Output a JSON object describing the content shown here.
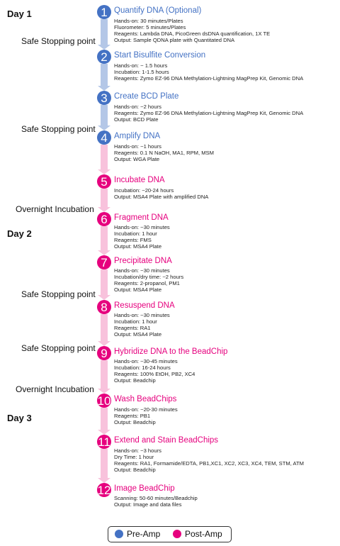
{
  "colors": {
    "pre_amp": "#4472c4",
    "post_amp": "#e6007e",
    "pre_arrow": "#b4c7e7",
    "post_arrow": "#f8c2dc"
  },
  "days": [
    "Day 1",
    "Day 2",
    "Day 3"
  ],
  "notes": [
    "Safe Stopping point",
    "Safe Stopping point",
    "Overnight Incubation",
    "Safe Stopping point",
    "Safe Stopping point",
    "Overnight Incubation"
  ],
  "steps": [
    {
      "number": "1",
      "title": "Quantify DNA (Optional)",
      "phase": "pre_amp",
      "details": [
        "Hands-on: 30 minutes/Plates",
        "Fluorometer: 5 minutes/Plates",
        "Reagents: Lambda DNA, PicoGreen dsDNA quantification, 1X TE",
        "Output: Sample QDNA plate with Quantitated DNA"
      ]
    },
    {
      "number": "2",
      "title": "Start Bisulfite Conversion",
      "phase": "pre_amp",
      "details": [
        "Hands-on: ~ 1.5 hours",
        "Incubation: 1-1.5 hours",
        "Reagents: Zymo EZ-96 DNA Methylation-Lightning MagPrep Kit, Genomic DNA"
      ]
    },
    {
      "number": "3",
      "title": "Create BCD Plate",
      "phase": "pre_amp",
      "details": [
        "Hands-on: ~2 hours",
        "Reagents: Zymo EZ-96 DNA Methylation-Lightning MagPrep Kit, Genomic DNA",
        "Output: BCD Plate"
      ]
    },
    {
      "number": "4",
      "title": "Amplify DNA",
      "phase": "pre_amp",
      "details": [
        "Hands-on: ~1 hours",
        "Reagents: 0.1 N NaOH, MA1, RPM, MSM",
        "Output: WGA Plate"
      ]
    },
    {
      "number": "5",
      "title": "Incubate DNA",
      "phase": "post_amp",
      "details": [
        "Incubation: ~20-24 hours",
        "Output: MSA4 Plate with amplified DNA"
      ]
    },
    {
      "number": "6",
      "title": "Fragment DNA",
      "phase": "post_amp",
      "details": [
        "Hands-on: ~30 minutes",
        "Incubation: 1 hour",
        "Reagents: FMS",
        "Output: MSA4 Plate"
      ]
    },
    {
      "number": "7",
      "title": "Precipitate DNA",
      "phase": "post_amp",
      "details": [
        "Hands-on: ~30 minutes",
        "Incubation/dry time: ~2 hours",
        "Reagents: 2-propanol, PM1",
        "Output: MSA4 Plate"
      ]
    },
    {
      "number": "8",
      "title": "Resuspend DNA",
      "phase": "post_amp",
      "details": [
        "Hands-on: ~30 minutes",
        "Incubation: 1 hour",
        "Reagents: RA1",
        "Output: MSA4 Plate"
      ]
    },
    {
      "number": "9",
      "title": "Hybridize DNA to the BeadChip",
      "phase": "post_amp",
      "details": [
        "Hands-on: ~30-45 minutes",
        "Incubation: 16-24 hours",
        "Reagents: 100% EtOH, PB2, XC4",
        "Output: Beadchip"
      ]
    },
    {
      "number": "10",
      "title": "Wash BeadChips",
      "phase": "post_amp",
      "details": [
        "Hands-on: ~20-30 minutes",
        "Reagents: PB1",
        "Output: Beadchip"
      ]
    },
    {
      "number": "11",
      "title": "Extend and Stain BeadChips",
      "phase": "post_amp",
      "details": [
        "Hands-on: ~3 hours",
        "Dry Time: 1 hour",
        "Reagents: RA1, Formamide/EDTA, PB1,XC1, XC2, XC3, XC4, TEM, STM, ATM",
        "Output: Beadchip"
      ]
    },
    {
      "number": "12",
      "title": "Image BeadChip",
      "phase": "post_amp",
      "details": [
        "Scanning: 50-60 minutes/Beadchip",
        "Output: Image and data files"
      ]
    }
  ],
  "legend": {
    "pre_amp_label": "Pre-Amp",
    "post_amp_label": "Post-Amp"
  }
}
